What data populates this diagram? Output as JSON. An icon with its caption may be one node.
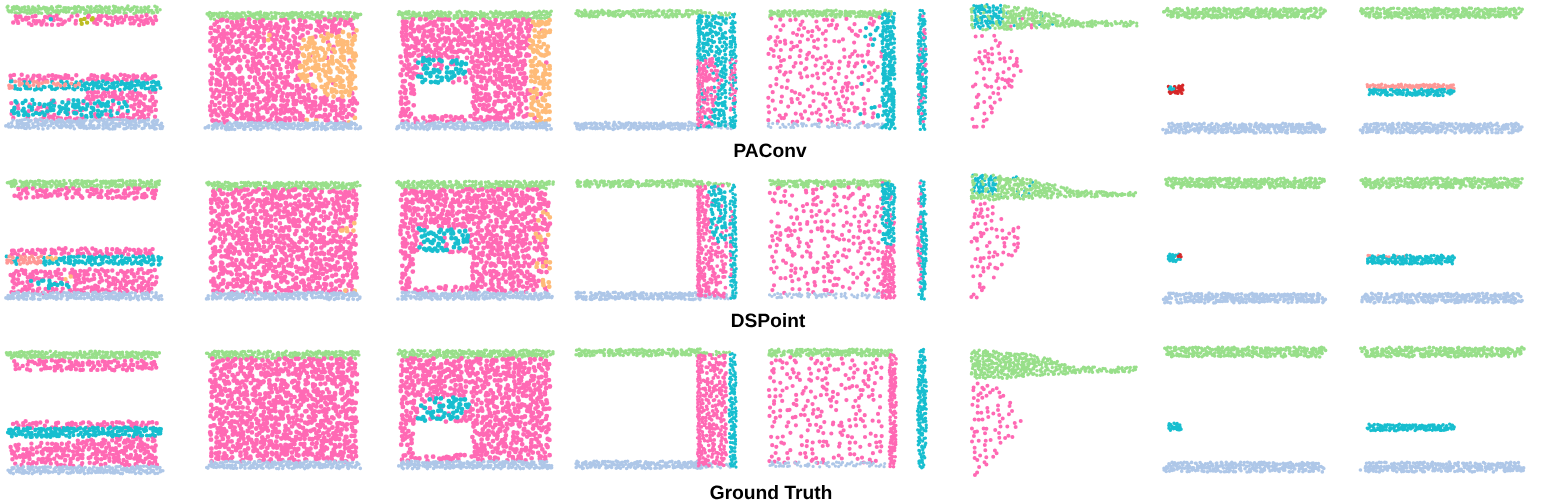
{
  "diagram": {
    "labels": [
      "PAConv",
      "DSPoint",
      "Ground Truth"
    ]
  }
}
